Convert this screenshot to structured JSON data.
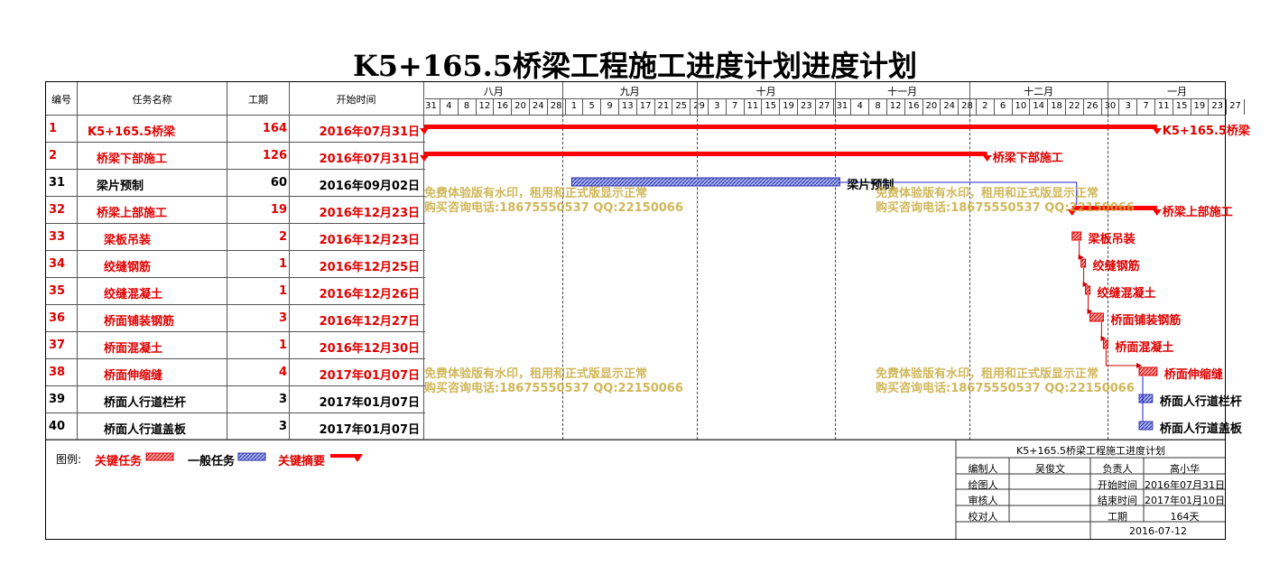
{
  "title": "K5+165.5桥梁工程施工进度计划进度计划",
  "headers": {
    "id": "编号",
    "name": "任务名称",
    "duration": "工期",
    "start": "开始时间"
  },
  "months": [
    {
      "label": "八月"
    },
    {
      "label": "九月"
    },
    {
      "label": "十月"
    },
    {
      "label": "十一月"
    },
    {
      "label": "十二月"
    },
    {
      "label": "一月"
    }
  ],
  "day_ticks": [
    "31",
    "4",
    "8",
    "12",
    "16",
    "20",
    "24",
    "28",
    "1",
    "5",
    "9",
    "13",
    "17",
    "21",
    "25",
    "29",
    "3",
    "7",
    "11",
    "15",
    "19",
    "23",
    "27",
    "31",
    "4",
    "8",
    "12",
    "16",
    "20",
    "24",
    "28",
    "2",
    "6",
    "10",
    "14",
    "18",
    "22",
    "26",
    "30",
    "3",
    "7",
    "11",
    "15",
    "19",
    "23",
    "27"
  ],
  "chart_data": {
    "type": "gantt",
    "title": "K5+165.5桥梁工程施工进度计划进度计划",
    "x_range": [
      "2016-07-31",
      "2017-01-31"
    ],
    "tasks": [
      {
        "id": "1",
        "name": "K5+165.5桥梁",
        "duration": "164",
        "start": "2016年07月31日",
        "start_date": "2016-07-31",
        "end_date": "2017-01-10",
        "kind": "summary",
        "indent": 0,
        "label": "K5+165.5桥梁"
      },
      {
        "id": "2",
        "name": "桥梁下部施工",
        "duration": "126",
        "start": "2016年07月31日",
        "start_date": "2016-07-31",
        "end_date": "2016-12-03",
        "kind": "summary",
        "indent": 1,
        "label": "桥梁下部施工"
      },
      {
        "id": "31",
        "name": "梁片预制",
        "duration": "60",
        "start": "2016年09月02日",
        "start_date": "2016-09-02",
        "end_date": "2016-10-31",
        "kind": "normal",
        "indent": 1,
        "label": "梁片预制"
      },
      {
        "id": "32",
        "name": "桥梁上部施工",
        "duration": "19",
        "start": "2016年12月23日",
        "start_date": "2016-12-23",
        "end_date": "2017-01-10",
        "kind": "summary",
        "indent": 1,
        "label": "桥梁上部施工"
      },
      {
        "id": "33",
        "name": "梁板吊装",
        "duration": "2",
        "start": "2016年12月23日",
        "start_date": "2016-12-23",
        "end_date": "2016-12-24",
        "kind": "critical",
        "indent": 2,
        "label": "梁板吊装"
      },
      {
        "id": "34",
        "name": "绞缝钢筋",
        "duration": "1",
        "start": "2016年12月25日",
        "start_date": "2016-12-25",
        "end_date": "2016-12-25",
        "kind": "critical",
        "indent": 2,
        "label": "绞缝钢筋"
      },
      {
        "id": "35",
        "name": "绞缝混凝土",
        "duration": "1",
        "start": "2016年12月26日",
        "start_date": "2016-12-26",
        "end_date": "2016-12-26",
        "kind": "critical",
        "indent": 2,
        "label": "绞缝混凝土"
      },
      {
        "id": "36",
        "name": "桥面铺装钢筋",
        "duration": "3",
        "start": "2016年12月27日",
        "start_date": "2016-12-27",
        "end_date": "2016-12-29",
        "kind": "critical",
        "indent": 2,
        "label": "桥面铺装钢筋"
      },
      {
        "id": "37",
        "name": "桥面混凝土",
        "duration": "1",
        "start": "2016年12月30日",
        "start_date": "2016-12-30",
        "end_date": "2016-12-30",
        "kind": "critical",
        "indent": 2,
        "label": "桥面混凝土"
      },
      {
        "id": "38",
        "name": "桥面伸缩缝",
        "duration": "4",
        "start": "2017年01月07日",
        "start_date": "2017-01-07",
        "end_date": "2017-01-10",
        "kind": "critical",
        "indent": 2,
        "label": "桥面伸缩缝"
      },
      {
        "id": "39",
        "name": "桥面人行道栏杆",
        "duration": "3",
        "start": "2017年01月07日",
        "start_date": "2017-01-07",
        "end_date": "2017-01-09",
        "kind": "normal",
        "indent": 2,
        "label": "桥面人行道栏杆"
      },
      {
        "id": "40",
        "name": "桥面人行道盖板",
        "duration": "3",
        "start": "2017年01月07日",
        "start_date": "2017-01-07",
        "end_date": "2017-01-09",
        "kind": "normal",
        "indent": 2,
        "label": "桥面人行道盖板"
      }
    ],
    "colors": {
      "critical": "#e00000",
      "normal": "#3333aa",
      "summary": "#ff0000",
      "link": "#2222cc"
    }
  },
  "watermark": {
    "line1": "免费体验版有水印，租用和正式版显示正常",
    "line2": "购买咨询电话:18675550537 QQ:22150066"
  },
  "legend": {
    "title": "图例:",
    "critical": "关键任务",
    "normal": "一般任务",
    "summary": "关键摘要"
  },
  "info_box": {
    "title": "K5+165.5桥梁工程施工进度计划",
    "r1": {
      "l1": "编制人",
      "v1": "吴俊文",
      "l2": "负责人",
      "v2": "高小华"
    },
    "r2": {
      "l1": "绘图人",
      "v1": "",
      "l2": "开始时间",
      "v2": "2016年07月31日"
    },
    "r3": {
      "l1": "审核人",
      "v1": "",
      "l2": "结束时间",
      "v2": "2017年01月10日"
    },
    "r4": {
      "l1": "校对人",
      "v1": "",
      "l2": "工期",
      "v2": "164天"
    },
    "date": "2016-07-12"
  }
}
